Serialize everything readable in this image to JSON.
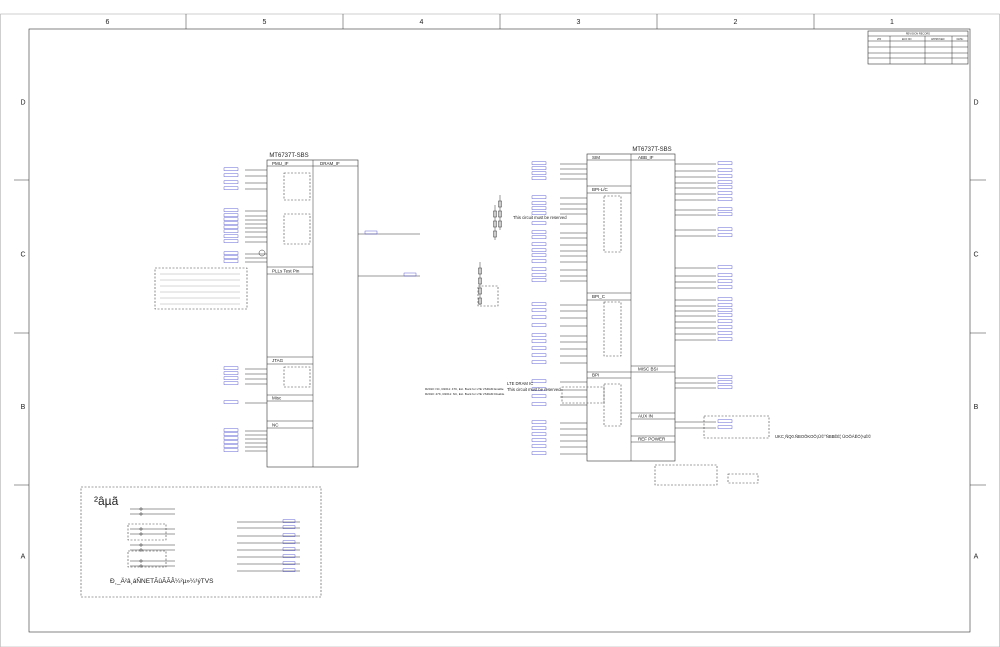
{
  "border": {
    "columns": [
      "6",
      "5",
      "4",
      "3",
      "2",
      "1"
    ],
    "rows": [
      "D",
      "C",
      "B",
      "A"
    ]
  },
  "revision_table": {
    "title": "REVISION RECORD",
    "headers": [
      "LTR",
      "ECO NO:",
      "APPROVED:",
      "DATE:"
    ]
  },
  "left_chip": {
    "part": "MT6737T-SBS",
    "sections": {
      "pmu": "PMU_IF",
      "dram": "DRAM_IF",
      "plls": "PLLs Test Pin",
      "jtag": "JTAG",
      "misc": "Misc",
      "nc": "NC"
    }
  },
  "right_chip": {
    "part": "MT6737T-SBS",
    "sections": {
      "sim": "SIM",
      "abb": "ABB_IF",
      "bpi_lc": "BPI-L/C",
      "bpi_c": "BPI_C",
      "bpi": "BPI",
      "misc_bsi": "MISC BSI",
      "aux_in": "AUX IN",
      "ref_power": "REF POWER"
    }
  },
  "notes": {
    "reserved": "This circuit must be reserved",
    "lte_dram": "LTE DRAM IC",
    "lte_reserved": "This circuit must be reserved",
    "r_line1": "R2010: NC, R2011: 47K, Ext. Buck for LTE VSRAM Enable",
    "r_line2": "R2010: 47K, R2011: NC, Ext. Buck for LTE VSRAM Disable"
  },
  "test_box": {
    "title": "²âµã",
    "footer": "Ð¸_Ä²â¸áÑNETÃûÃÃÂ¼²µ»¼¹ýTVS"
  },
  "garbled_note": "UKC¸ÑQ0.ÑBOÕKOÕ¡Ü©°ÑBBÊÉ¦ ÛOÕÁÊÓ¦¼Ê©"
}
